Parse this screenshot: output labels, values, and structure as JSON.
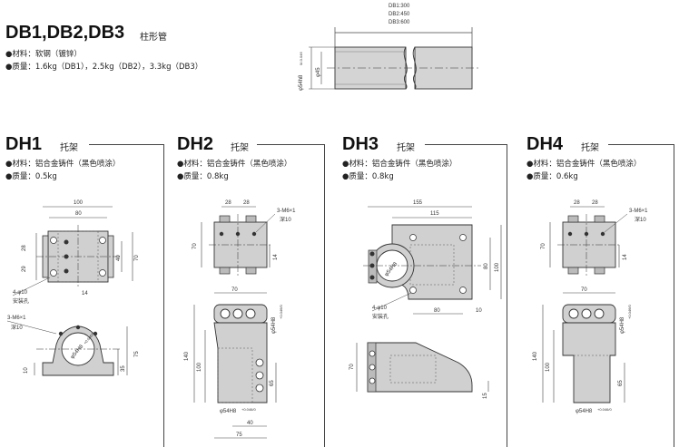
{
  "db": {
    "title": "DB1,DB2,DB3",
    "subtitle": "柱形管",
    "material": "●材料：软钢（镀锌）",
    "mass": "●质量：1.6kg（DB1），2.5kg（DB2），3.3kg（DB3）",
    "len1": "DB1:300",
    "len2": "DB2:450",
    "len3": "DB3:600",
    "dia_outer": "φ54h8",
    "dia_outer_tol": "0/-0.046",
    "dia_inner": "φ45"
  },
  "dh1": {
    "title": "DH1",
    "subtitle": "托架",
    "material": "●材料：铝合金铸件（黑色喷涂）",
    "mass": "●质量：0.5kg",
    "d100": "100",
    "d80": "80",
    "d28": "28",
    "d29": "29",
    "d40": "40",
    "d70": "70",
    "d14": "14",
    "hole_label": "4-φ10",
    "hole_note": "安装孔",
    "screw": "3-M6×1",
    "screw_depth": "深10",
    "d10": "10",
    "d75": "75",
    "d35": "35",
    "bore": "φ54H8",
    "bore_tol": "+0.046/0"
  },
  "dh2": {
    "title": "DH2",
    "subtitle": "托架",
    "material": "●材料：铝合金铸件（黑色喷涂）",
    "mass": "●质量：0.8kg",
    "d28a": "28",
    "d28b": "28",
    "screw": "3-M6×1",
    "screw_depth": "深10",
    "d70": "70",
    "d14": "14",
    "d70top": "70",
    "d140": "140",
    "d100": "100",
    "d65": "65",
    "d40": "40",
    "d75": "75",
    "bore": "φ54H8",
    "bore_tol": "+0.046/0"
  },
  "dh3": {
    "title": "DH3",
    "subtitle": "托架",
    "material": "●材料：铝合金铸件（黑色喷涂）",
    "mass": "●质量：0.8kg",
    "d155": "155",
    "d115": "115",
    "d80": "80",
    "d100": "100",
    "d10": "10",
    "hole_label": "4-φ10",
    "hole_note": "安装孔",
    "d70": "70",
    "d15": "15",
    "bore": "φ54H8",
    "bore_tol": "+0.046/0"
  },
  "dh4": {
    "title": "DH4",
    "subtitle": "托架",
    "material": "●材料：铝合金铸件（黑色喷涂）",
    "mass": "●质量：0.6kg",
    "d28a": "28",
    "d28b": "28",
    "screw": "3-M6×1",
    "screw_depth": "深10",
    "d70": "70",
    "d14": "14",
    "d70top": "70",
    "d140": "140",
    "d100": "100",
    "d65": "65",
    "bore": "φ54H8",
    "bore_tol": "+0.046/0"
  }
}
